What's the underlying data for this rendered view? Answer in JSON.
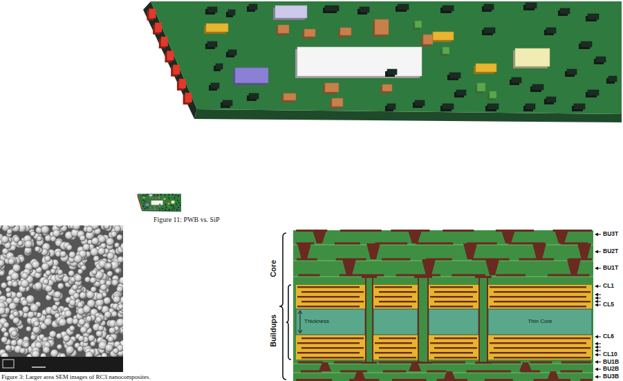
{
  "diagram": {
    "labels": [
      "Figure 11: PWB vs. SiP",
      "Figure 3: Larger area SEM images of RC3 nanocomposites.",
      "Core",
      "Buildups",
      "Thickness",
      "Thin Core",
      "BU3T",
      "BU2T",
      "BU1T",
      "CL1",
      "CL5",
      "CL6",
      "CL10",
      "BU1B",
      "BU2B",
      "BU3B"
    ]
  }
}
